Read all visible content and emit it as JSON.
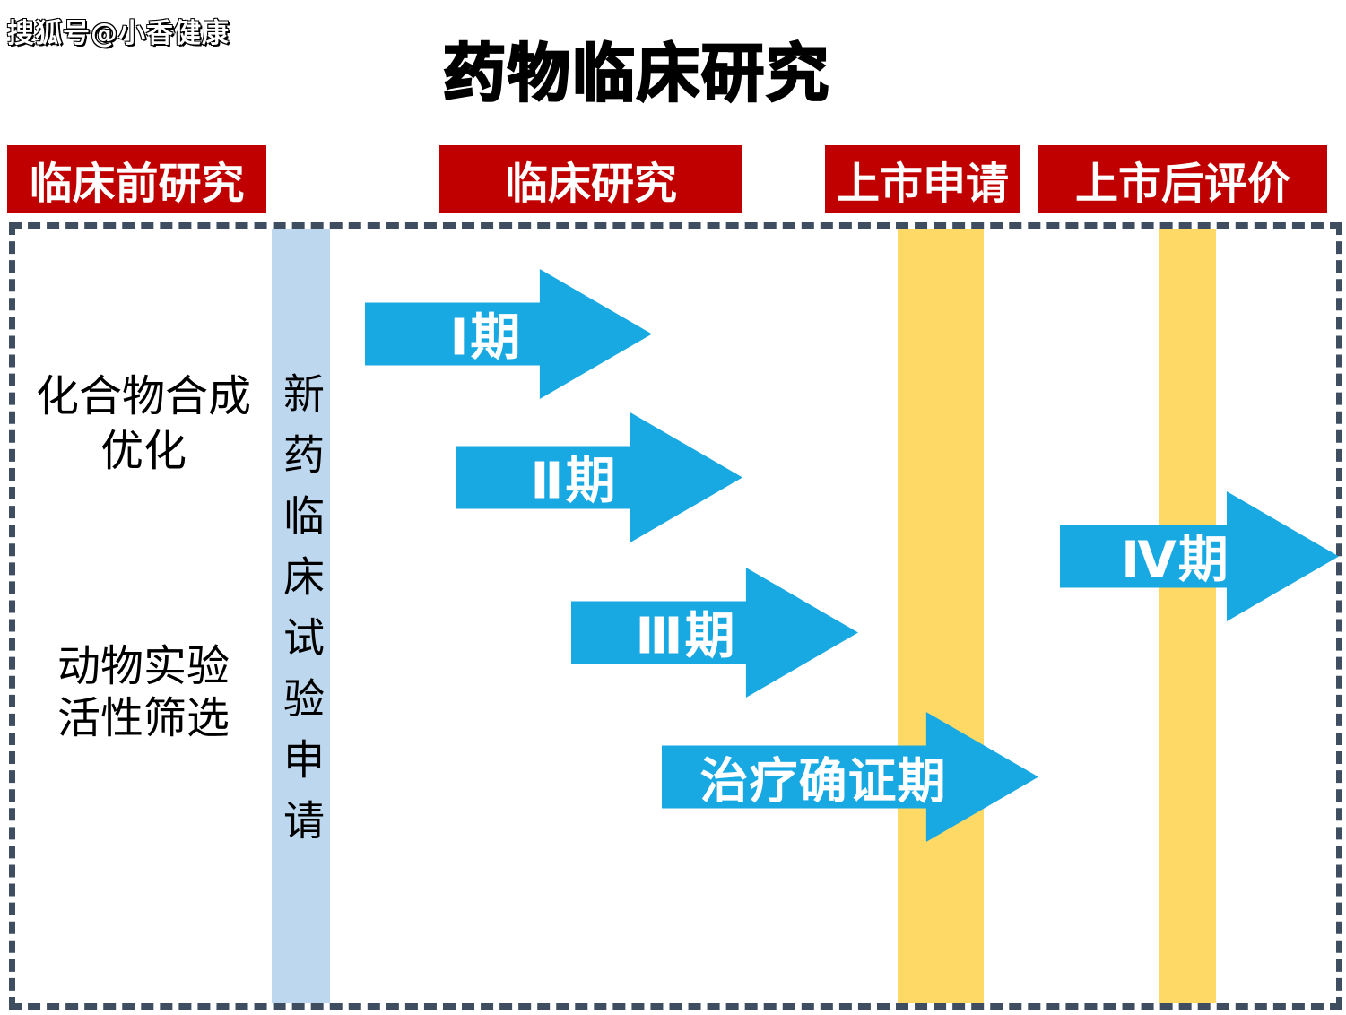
{
  "watermark": "搜狐号@小香健康",
  "title": "药物临床研究",
  "stage_headers": [
    {
      "label": "临床前研究"
    },
    {
      "label": "临床研究"
    },
    {
      "label": "上市申请"
    },
    {
      "label": "上市后评价"
    }
  ],
  "preclinical_notes": [
    {
      "line1": "化合物合成",
      "line2": "优化"
    },
    {
      "line1": "动物实验",
      "line2": "活性筛选"
    }
  ],
  "ind_bar": {
    "label": "新药临床试验申请"
  },
  "arrows": [
    {
      "label": "Ⅰ期"
    },
    {
      "label": "Ⅱ期"
    },
    {
      "label": "Ⅲ期"
    },
    {
      "label": "治疗确证期"
    },
    {
      "label": "Ⅳ期"
    }
  ],
  "colors": {
    "header_red": "#C00000",
    "arrow_blue": "#18A9E2",
    "ind_bar_blue": "#BDD7EE",
    "milestone_yellow": "#FFD966",
    "dashed_border": "#3E4E60",
    "text_black": "#000000"
  }
}
